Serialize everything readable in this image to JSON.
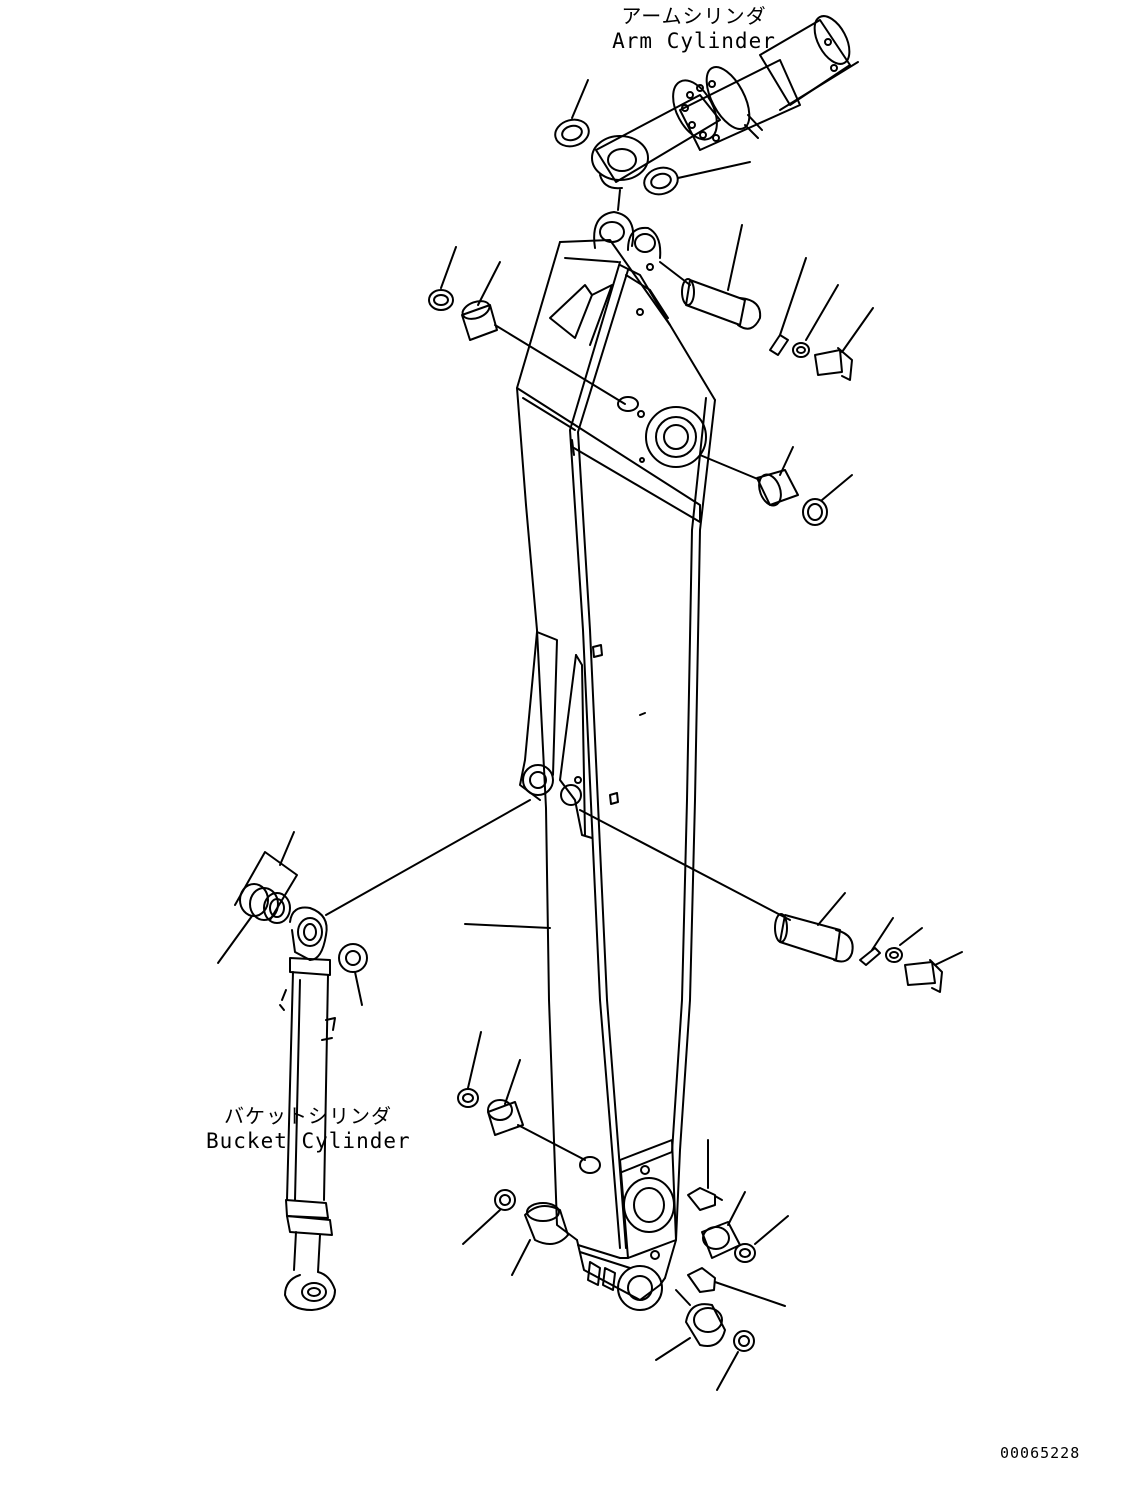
{
  "labels": {
    "arm_cylinder_jp": "アームシリンダ",
    "arm_cylinder_en": "Arm Cylinder",
    "bucket_cylinder_jp": "バケットシリンダ",
    "bucket_cylinder_en": "Bucket Cylinder"
  },
  "drawing_number": "00065228",
  "colors": {
    "line": "#000000",
    "background": "#ffffff"
  }
}
